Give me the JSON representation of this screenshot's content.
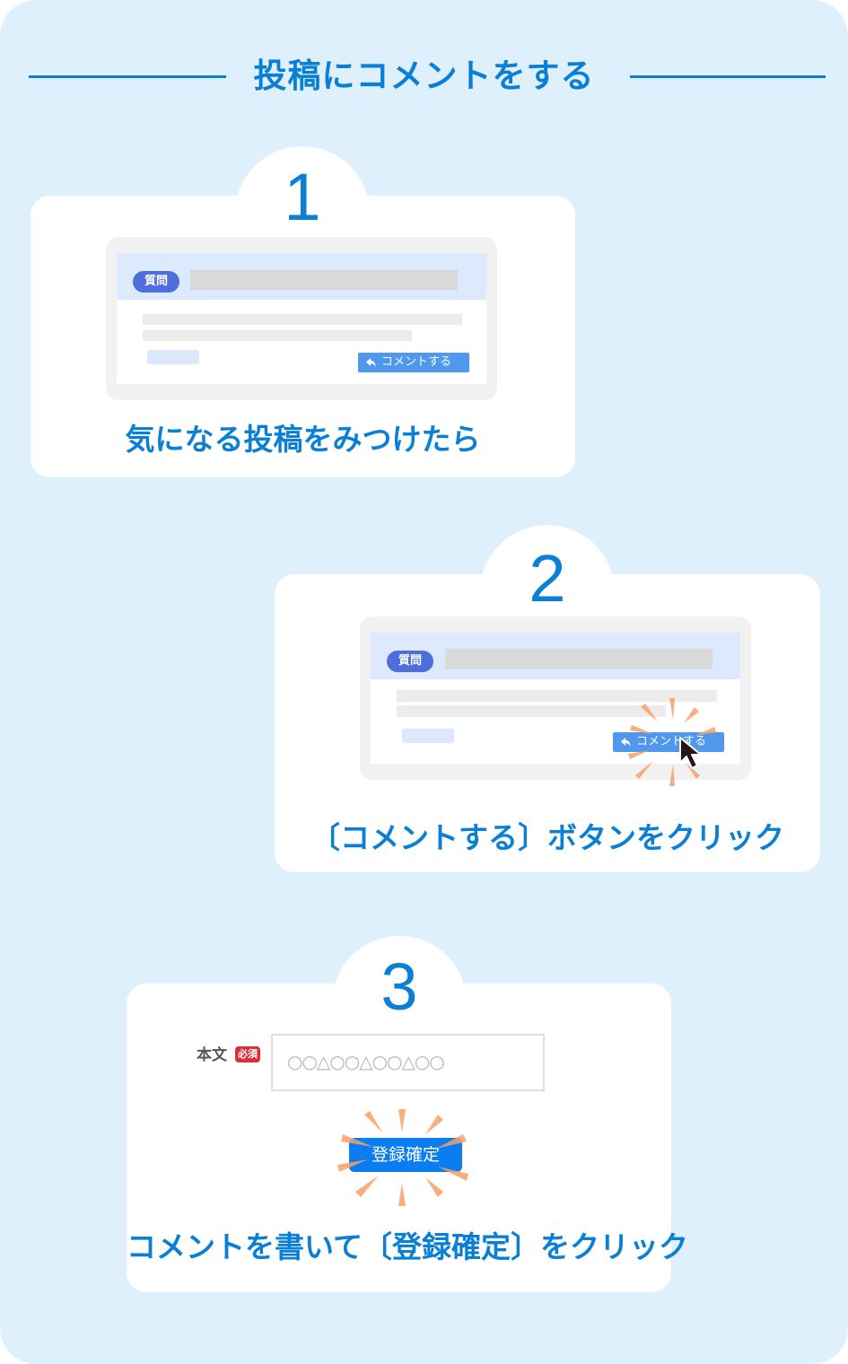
{
  "title": "投稿にコメントをする",
  "colors": {
    "background": "#dff0fd",
    "accent": "#0a7fd6",
    "card": "#ffffff",
    "tag": "#4e6fdb",
    "comment_button": "#4f98ee",
    "confirm_button": "#0a7ef0",
    "required_badge": "#d9303e",
    "burst": "#f8a068"
  },
  "steps": [
    {
      "number": "1",
      "caption": "気になる投稿をみつけたら",
      "mock": {
        "tag": "質問",
        "comment_button": "コメントする",
        "reply_icon": "reply-arrow-icon"
      }
    },
    {
      "number": "2",
      "caption": "〔コメントする〕ボタンをクリック",
      "mock": {
        "tag": "質問",
        "comment_button": "コメントする",
        "reply_icon": "reply-arrow-icon",
        "cursor_icon": "mouse-pointer-icon"
      }
    },
    {
      "number": "3",
      "caption": "コメントを書いて〔登録確定〕をクリック",
      "form": {
        "field_label": "本文",
        "required_badge": "必須",
        "input_value": "○○△○○△○○△○○",
        "confirm_button": "登録確定"
      }
    }
  ]
}
